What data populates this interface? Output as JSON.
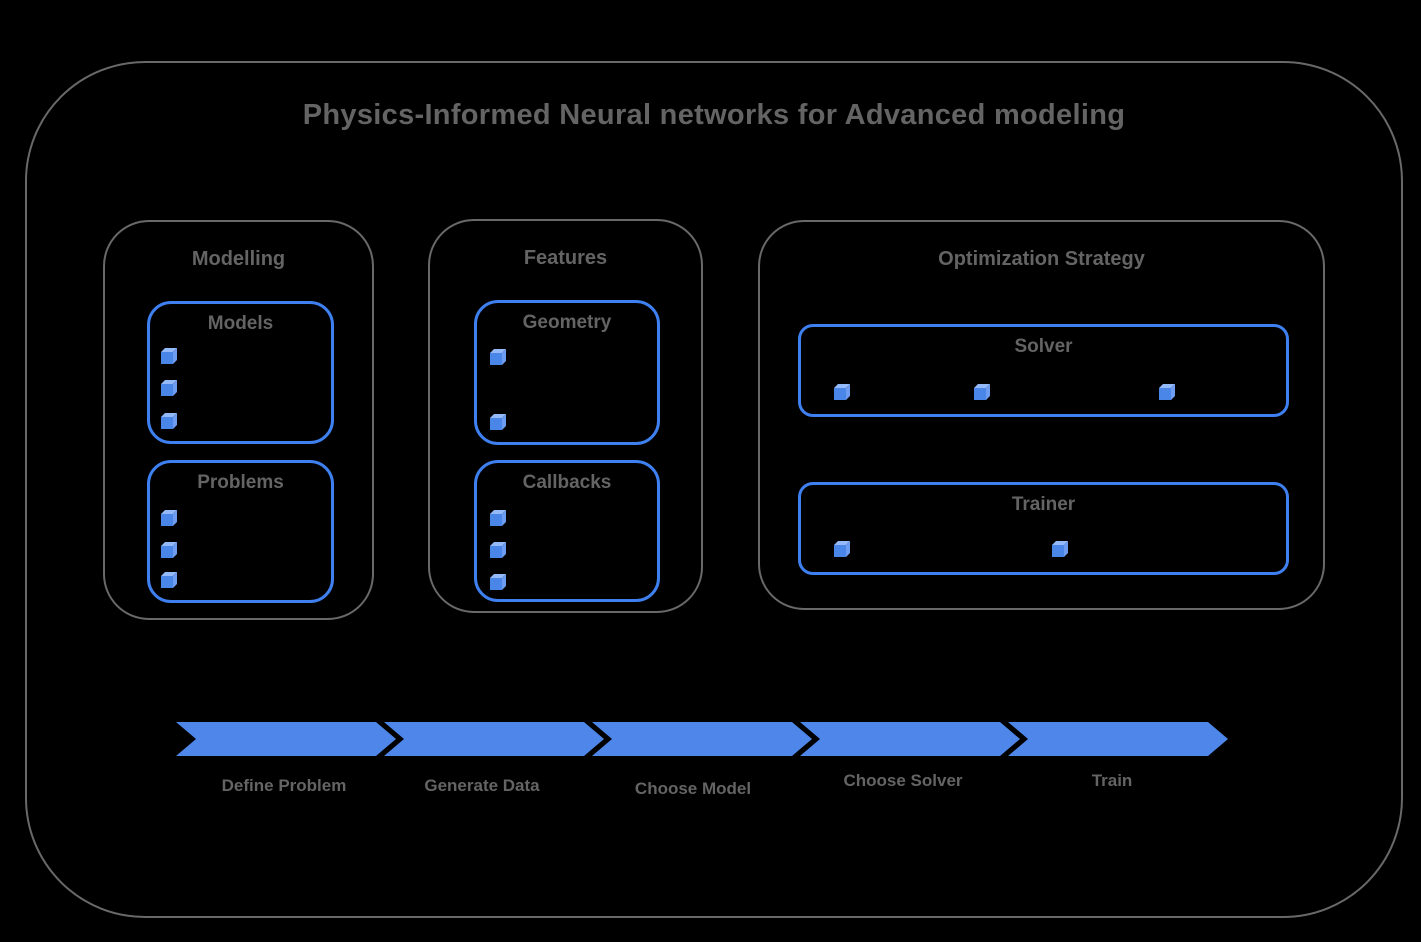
{
  "diagram": {
    "title": "Physics-Informed Neural networks for Advanced modeling"
  },
  "sections": {
    "modelling": {
      "title": "Modelling",
      "models": {
        "title": "Models",
        "item_count": 3
      },
      "problems": {
        "title": "Problems",
        "item_count": 3
      }
    },
    "features": {
      "title": "Features",
      "geometry": {
        "title": "Geometry",
        "item_count": 2
      },
      "callbacks": {
        "title": "Callbacks",
        "item_count": 3
      }
    },
    "optimization": {
      "title": "Optimization Strategy",
      "solver": {
        "title": "Solver",
        "item_count": 3
      },
      "trainer": {
        "title": "Trainer",
        "item_count": 2
      }
    }
  },
  "pipeline": {
    "steps": [
      "Define Problem",
      "Generate Data",
      "Choose Model",
      "Choose Solver",
      "Train"
    ]
  },
  "icons": {
    "cube": "cube-icon"
  },
  "colors": {
    "background": "#000000",
    "gray_border": "#696969",
    "gray_text": "#646464",
    "blue_border": "#3f80f0",
    "blue_fill": "#4e87e9",
    "cube_front": "#4a86e8",
    "cube_top": "#93b9f8",
    "cube_side": "#6d9cf0"
  }
}
